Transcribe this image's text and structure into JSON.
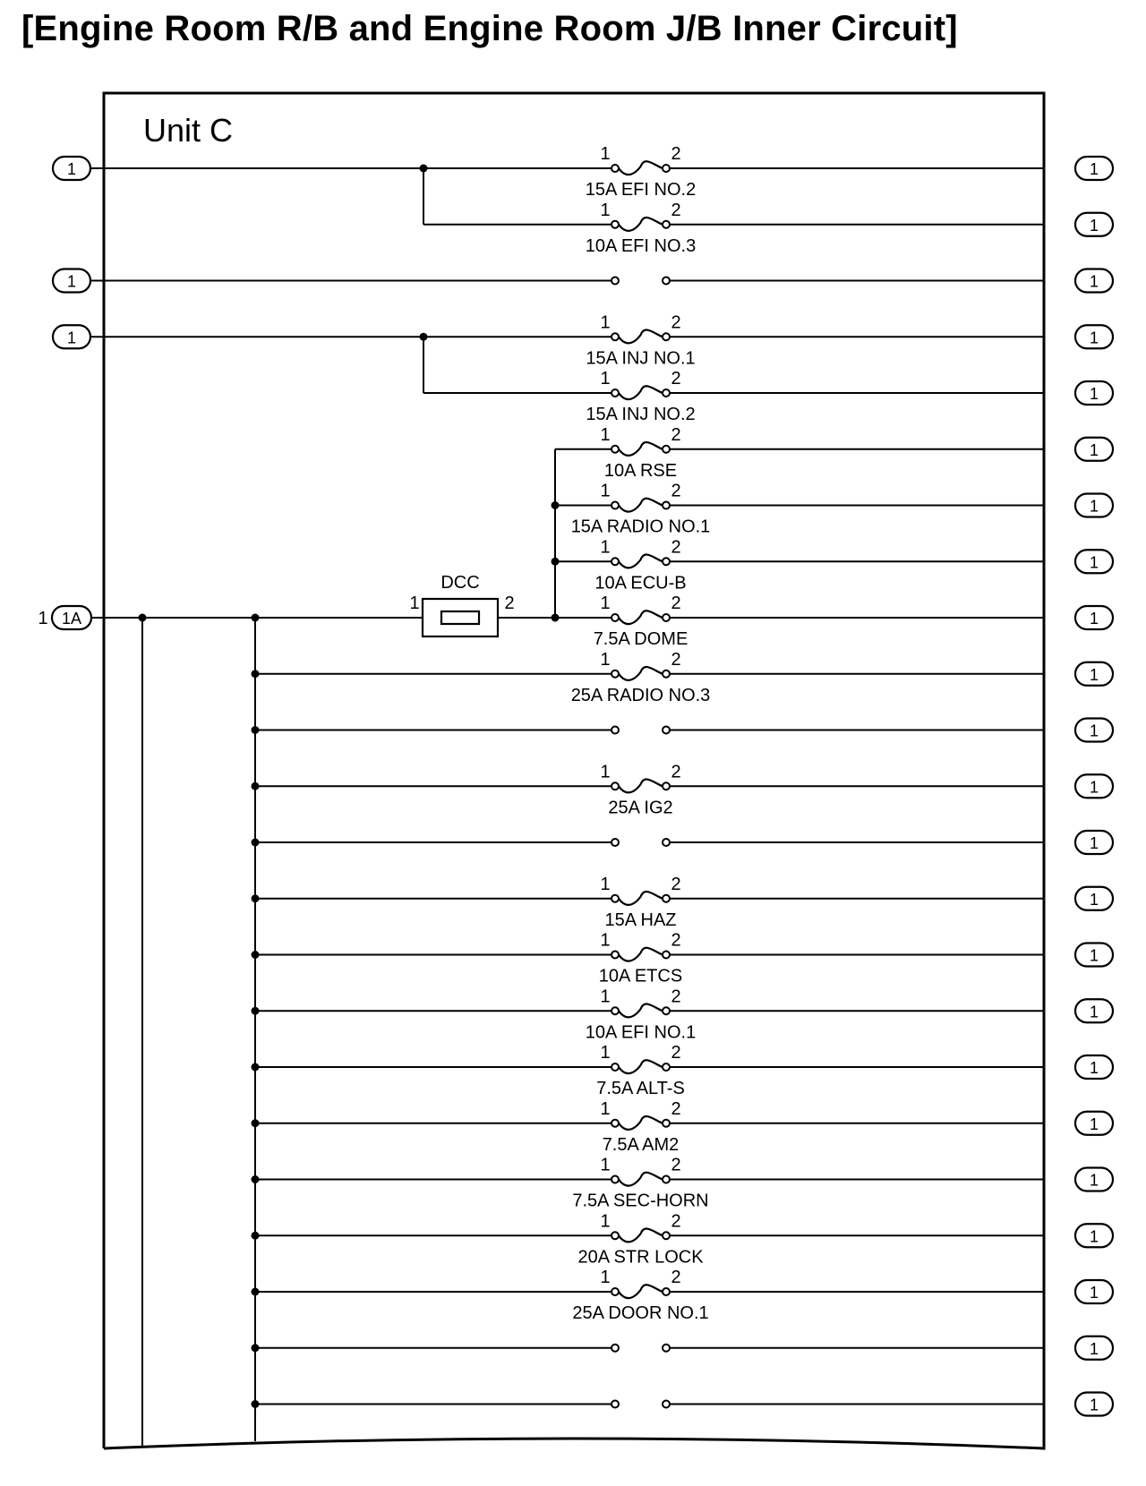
{
  "title": "[Engine Room R/B and Engine Room J/B Inner Circuit]",
  "unit_label": "Unit C",
  "connector_label": "1",
  "main_input": {
    "pin": "1",
    "connector": "1A"
  },
  "dcc": {
    "label": "DCC",
    "pin1": "1",
    "pin2": "2"
  },
  "fuse_pin1": "1",
  "fuse_pin2": "2",
  "rows": [
    {
      "type": "fuse",
      "label": "15A EFI NO.2",
      "feed": "left",
      "left_connector": true
    },
    {
      "type": "fuse",
      "label": "10A EFI NO.3",
      "feed": "branch-a"
    },
    {
      "type": "open",
      "feed": "left",
      "left_connector": true
    },
    {
      "type": "fuse",
      "label": "15A INJ NO.1",
      "feed": "left",
      "left_connector": true
    },
    {
      "type": "fuse",
      "label": "15A INJ NO.2",
      "feed": "branch-b"
    },
    {
      "type": "fuse",
      "label": "10A RSE",
      "feed": "dcc"
    },
    {
      "type": "fuse",
      "label": "15A RADIO NO.1",
      "feed": "dcc"
    },
    {
      "type": "fuse",
      "label": "10A ECU-B",
      "feed": "dcc"
    },
    {
      "type": "fuse",
      "label": "7.5A DOME",
      "feed": "dcc"
    },
    {
      "type": "fuse",
      "label": "25A RADIO NO.3",
      "feed": "bus"
    },
    {
      "type": "open",
      "feed": "bus"
    },
    {
      "type": "fuse",
      "label": "25A IG2",
      "feed": "bus"
    },
    {
      "type": "open",
      "feed": "bus"
    },
    {
      "type": "fuse",
      "label": "15A HAZ",
      "feed": "bus"
    },
    {
      "type": "fuse",
      "label": "10A ETCS",
      "feed": "bus"
    },
    {
      "type": "fuse",
      "label": "10A EFI NO.1",
      "feed": "bus"
    },
    {
      "type": "fuse",
      "label": "7.5A ALT-S",
      "feed": "bus"
    },
    {
      "type": "fuse",
      "label": "7.5A AM2",
      "feed": "bus"
    },
    {
      "type": "fuse",
      "label": "7.5A SEC-HORN",
      "feed": "bus"
    },
    {
      "type": "fuse",
      "label": "20A STR LOCK",
      "feed": "bus"
    },
    {
      "type": "fuse",
      "label": "25A DOOR NO.1",
      "feed": "bus"
    },
    {
      "type": "open",
      "feed": "bus"
    },
    {
      "type": "open",
      "feed": "bus"
    }
  ]
}
